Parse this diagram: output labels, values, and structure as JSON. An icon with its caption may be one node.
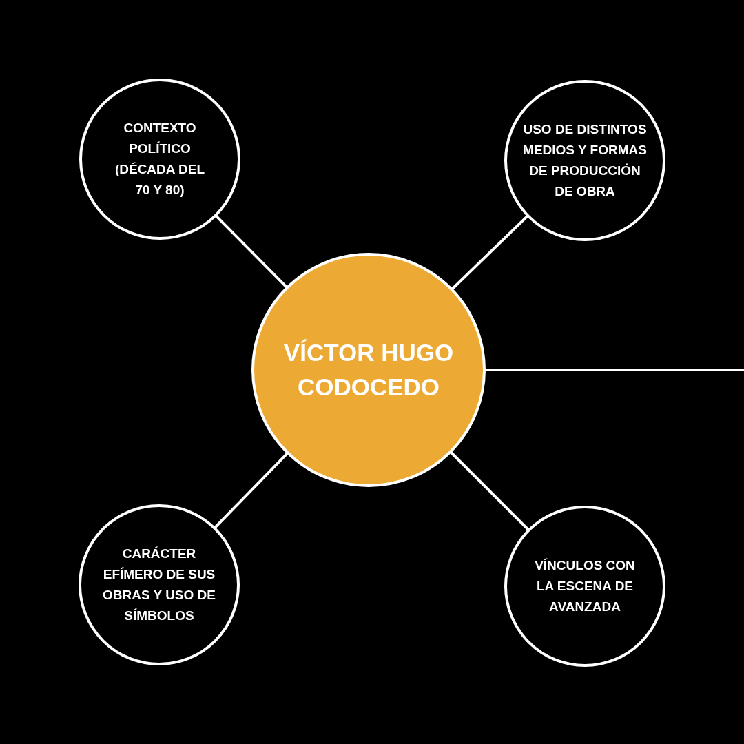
{
  "diagram": {
    "nodes": [
      {
        "text": [
          "VÍCTOR HUGO CODOCEDO"
        ]
      },
      {
        "text": [
          "CONTEXTO POLÍTICO (DÉCADA DEL 70 Y 80)"
        ]
      },
      {
        "text": [
          "USO DE DISTINTOS MEDIOS Y FORMAS DE PRODUCCIÓN DE OBRA"
        ]
      },
      {
        "text": [
          "CARÁCTER EFÍMERO DE SUS OBRAS Y USO DE SÍMBOLOS"
        ]
      },
      {
        "text": [
          "VÍNCULOS CON LA ESCENA DE AVANZADA"
        ]
      }
    ],
    "edges": [
      {
        "from": 0,
        "to": 1,
        "arrow": "none"
      },
      {
        "from": 0,
        "to": 2,
        "arrow": "none"
      },
      {
        "from": 0,
        "to": null,
        "arrow": "none"
      },
      {
        "from": 0,
        "to": 3,
        "arrow": "none"
      },
      {
        "from": 0,
        "to": 4,
        "arrow": "none"
      }
    ]
  }
}
